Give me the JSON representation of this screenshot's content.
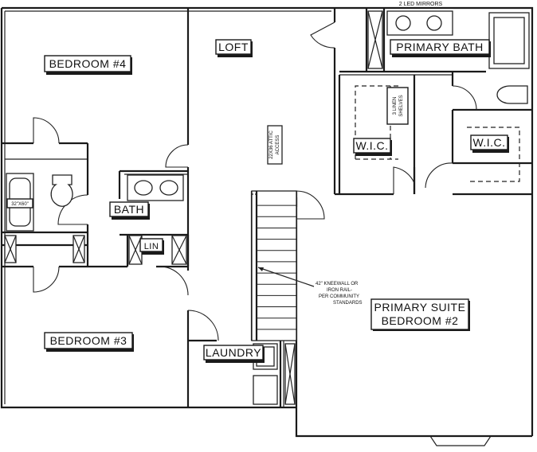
{
  "rooms": {
    "bedroom4": "BEDROOM #4",
    "loft": "LOFT",
    "primary_bath": "PRIMARY BATH",
    "wic_left": "W.I.C.",
    "wic_right": "W.I.C.",
    "bath": "BATH",
    "lin": "LIN",
    "bedroom3": "BEDROOM #3",
    "laundry": "LAUNDRY",
    "primary_suite_line1": "PRIMARY SUITE",
    "primary_suite_line2": "BEDROOM #2"
  },
  "annotations": {
    "led_mirrors": "2 LED MIRRORS",
    "tub_size": "32\"X60\"",
    "attic_access_line1": "22X36 ATTIC",
    "attic_access_line2": "ACCESS",
    "shelves_line1": "3 LINEN",
    "shelves_line2": "SHELVES",
    "kneewall_line1": "42\" KNEEWALL OR",
    "kneewall_line2": "IRON RAIL-",
    "kneewall_line3": "PER COMMUNITY",
    "kneewall_line4": "STANDARDS"
  },
  "colors": {
    "line": "#1a1a1a",
    "background": "#ffffff"
  }
}
